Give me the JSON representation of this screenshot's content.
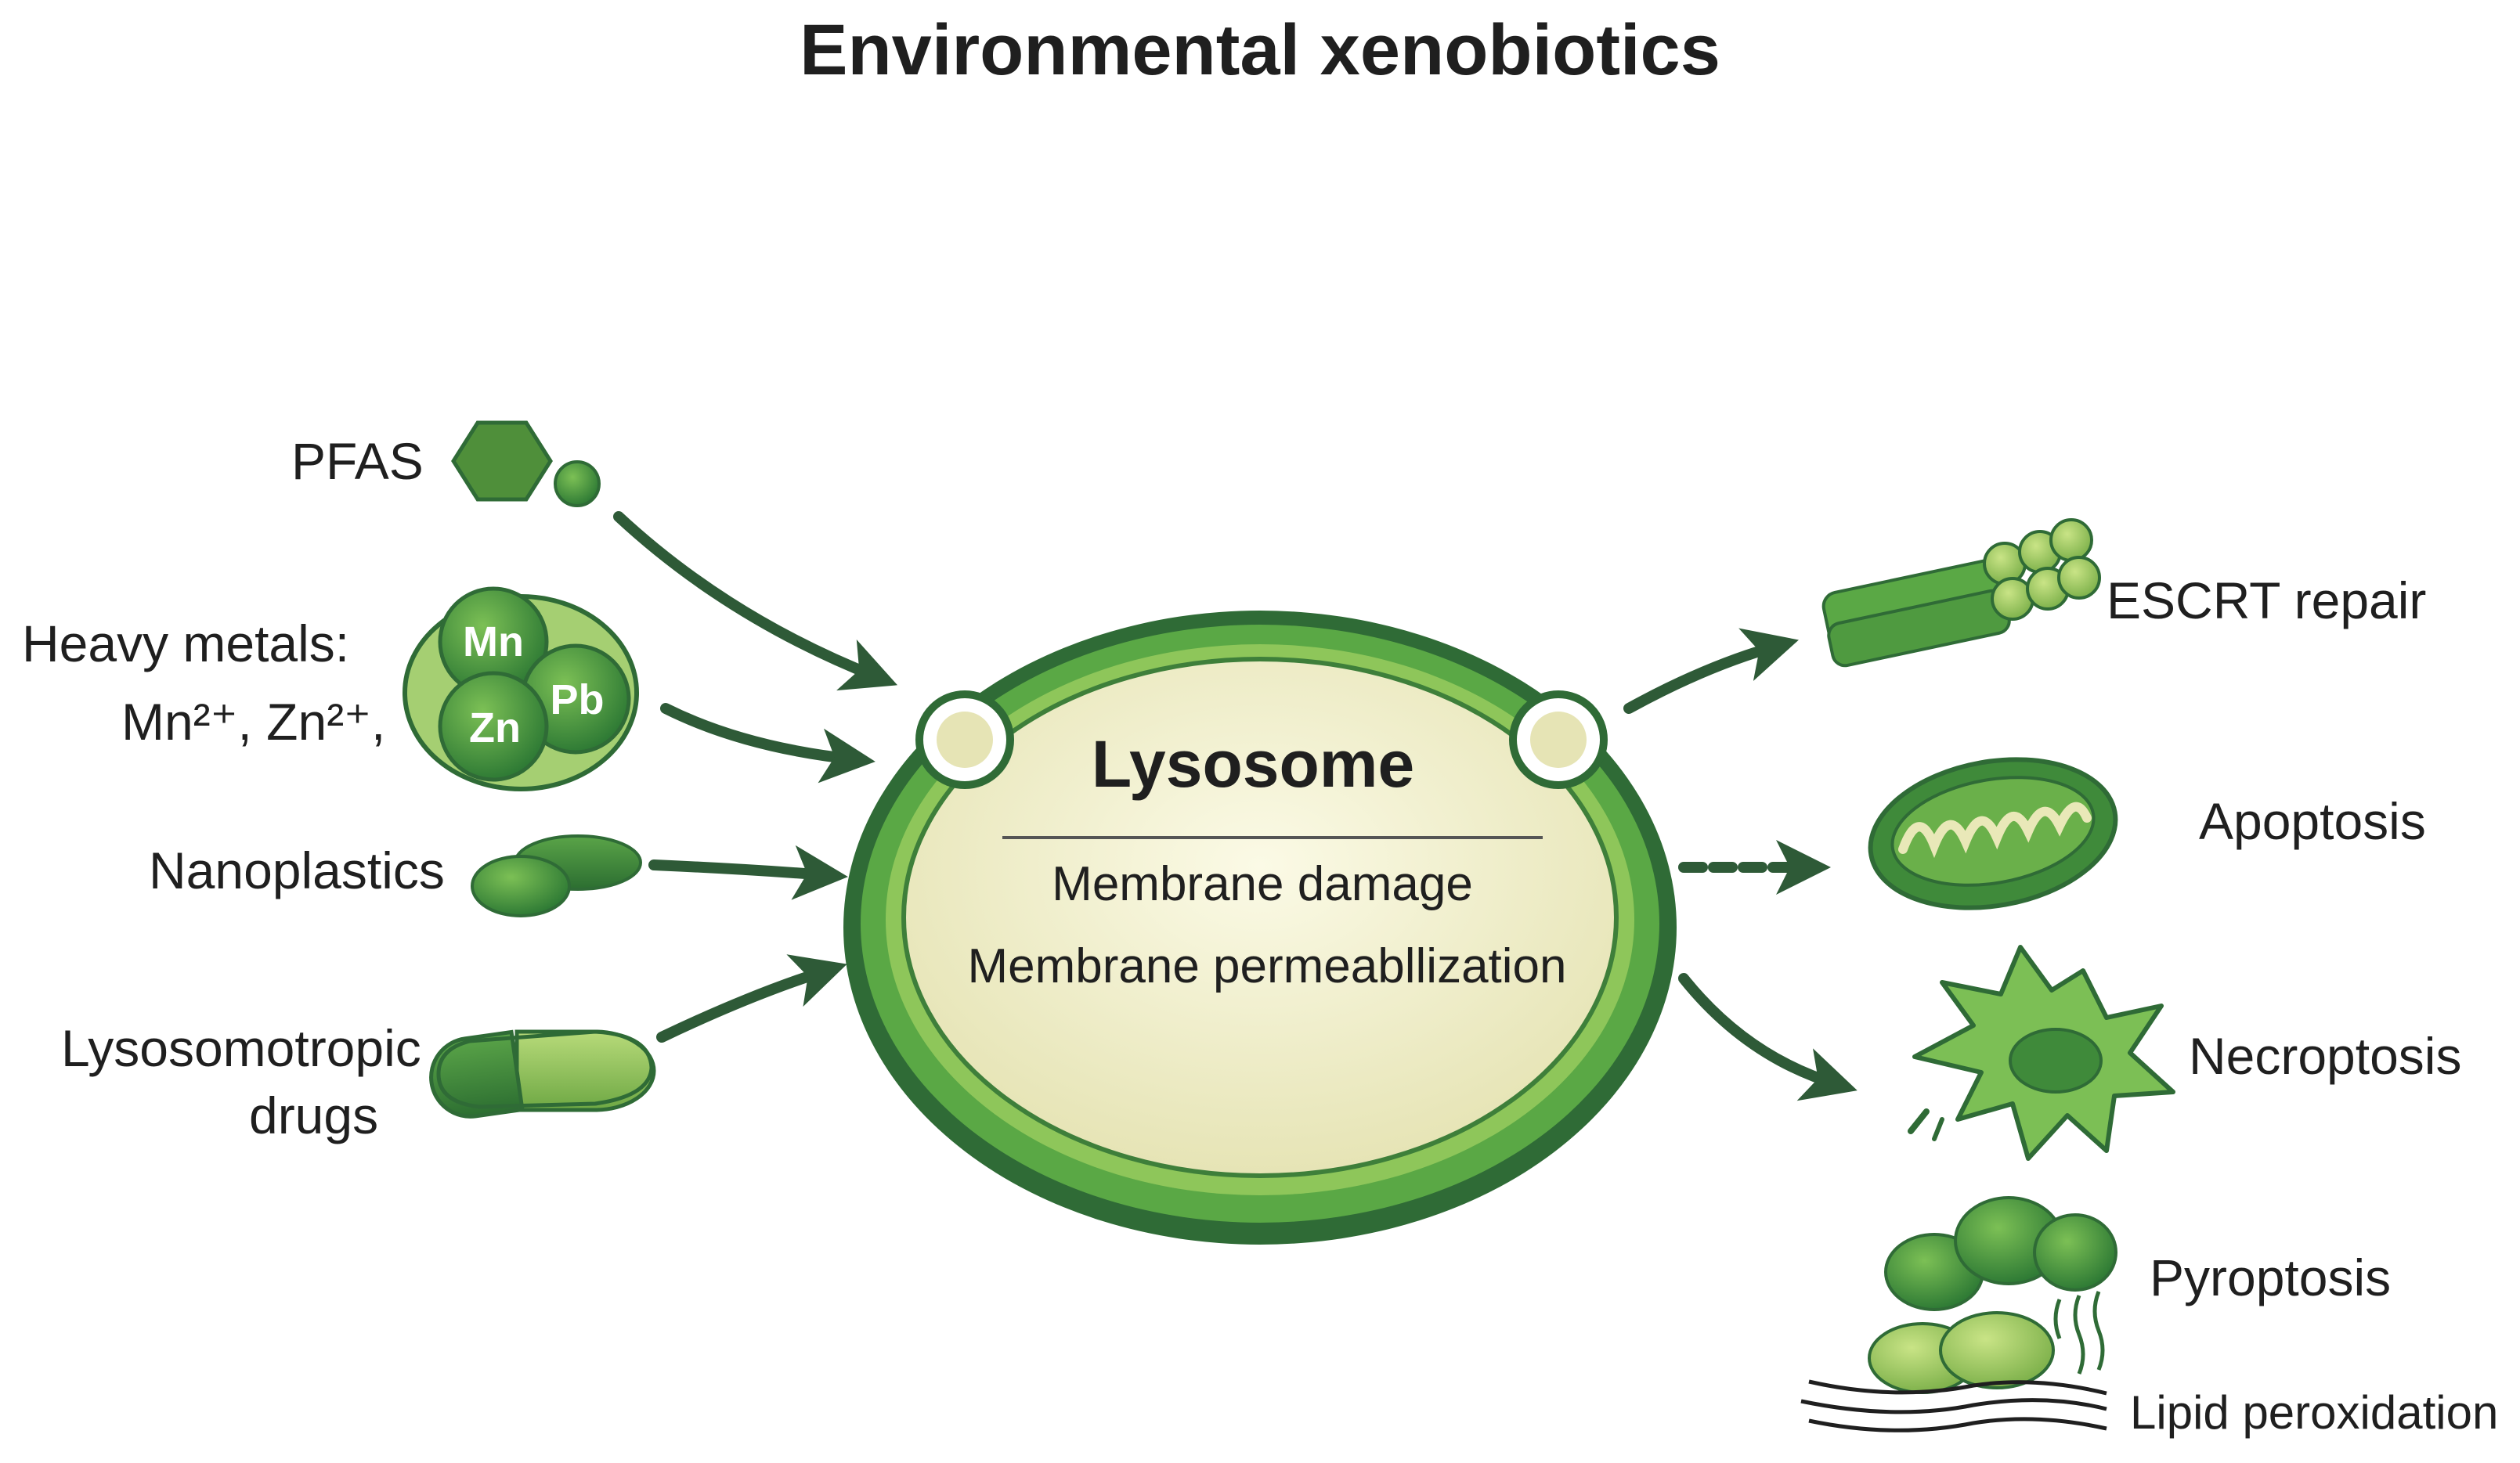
{
  "title": "Environmental xenobiotics",
  "center": {
    "name": "Lysosome",
    "line1": "Membrane damage",
    "line2": "Membrane permeabllization"
  },
  "inputs": {
    "pfas": "PFAS",
    "heavy_metals_line1": "Heavy metals:",
    "heavy_metals_line2": "Mn²⁺, Zn²⁺,",
    "metal_chips": [
      "Mn",
      "Pb",
      "Zn"
    ],
    "nanoplastics": "Nanoplastics",
    "drugs_line1": "Lysosomotropic",
    "drugs_line2": "drugs"
  },
  "outputs": {
    "escrt": "ESCRT repair",
    "apoptosis": "Apoptosis",
    "necroptosis": "Necroptosis",
    "pyroptosis": "Pyroptosis",
    "lipid": "Lipid peroxidation"
  },
  "colors": {
    "dark_green": "#2f6b36",
    "mid_green": "#4f9a40",
    "light_green": "#8cc45a",
    "cream": "#f4f1cf",
    "arrow": "#2e5a37"
  }
}
